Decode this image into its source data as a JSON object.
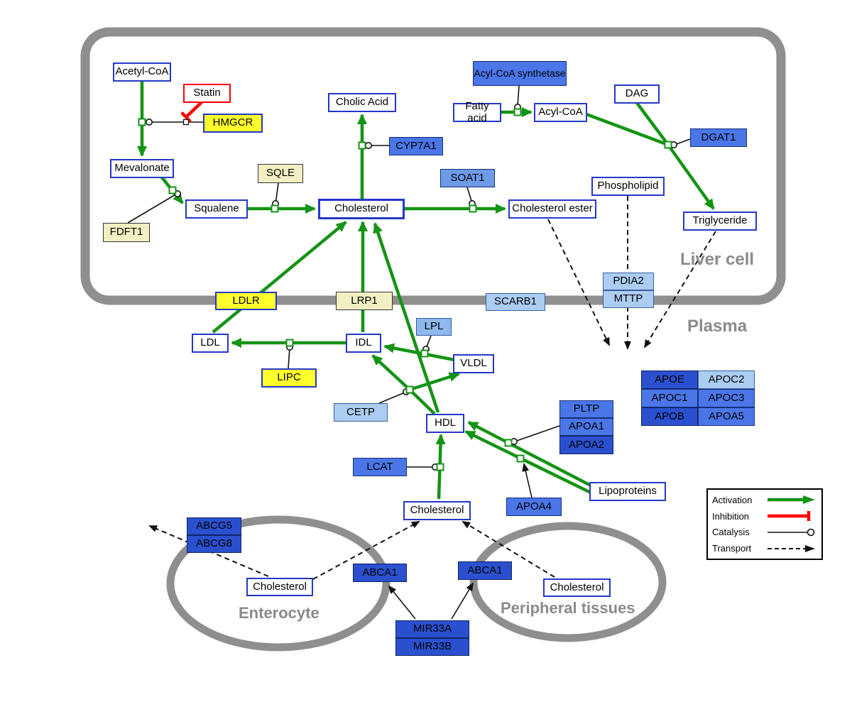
{
  "compartments": {
    "liver": "Liver cell",
    "plasma": "Plasma",
    "enterocyte": "Enterocyte",
    "peripheral": "Peripheral tissues"
  },
  "nodes": {
    "acetyl_coa": "Acetyl-CoA",
    "statin": "Statin",
    "hmgcr": "HMGCR",
    "mevalonate": "Mevalonate",
    "sqle": "SQLE",
    "fdft1": "FDFT1",
    "squalene": "Squalene",
    "cholesterol_liver": "Cholesterol",
    "cholic_acid": "Cholic Acid",
    "cyp7a1": "CYP7A1",
    "acyl_coa_synthetase": "Acyl-CoA synthetase",
    "fatty_acid": "Fatty acid",
    "acyl_coa": "Acyl-CoA",
    "dag": "DAG",
    "dgat1": "DGAT1",
    "soat1": "SOAT1",
    "cholesterol_ester": "Cholesterol ester",
    "phospholipid": "Phospholipid",
    "triglyceride": "Triglyceride",
    "pdia2": "PDIA2",
    "mttp": "MTTP",
    "ldlr": "LDLR",
    "lrp1": "LRP1",
    "scarb1": "SCARB1",
    "ldl": "LDL",
    "idl": "IDL",
    "lpl": "LPL",
    "vldl": "VLDL",
    "lipc": "LIPC",
    "cetp": "CETP",
    "hdl": "HDL",
    "lcat": "LCAT",
    "pltp": "PLTP",
    "apoa1": "APOA1",
    "apoa2": "APOA2",
    "apoa4": "APOA4",
    "lipoproteins": "Lipoproteins",
    "apoe": "APOE",
    "apoc2": "APOC2",
    "apoc1": "APOC1",
    "apoc3": "APOC3",
    "apob": "APOB",
    "apoa5": "APOA5",
    "cholesterol_plasma": "Cholesterol",
    "abcg5": "ABCG5",
    "abcg8": "ABCG8",
    "cholesterol_enterocyte": "Cholesterol",
    "abca1_enterocyte": "ABCA1",
    "abca1_peripheral": "ABCA1",
    "cholesterol_peripheral": "Cholesterol",
    "mir33a": "MIR33A",
    "mir33b": "MIR33B"
  },
  "legend": {
    "activation": "Activation",
    "inhibition": "Inhibition",
    "catalysis": "Catalysis",
    "transport": "Transport"
  },
  "colors": {
    "activation_green": "#149414",
    "inhibition_red": "#ff0000",
    "membrane_gray": "#8f8f8f",
    "metabolite_border_blue": "#2438c8",
    "gene_yellow": "#ffff2b",
    "gene_pale_yellow": "#f2f0c2",
    "gene_blue": "#4a76e8",
    "gene_dark_blue": "#2b50cf",
    "gene_light_blue": "#abcdf2"
  }
}
